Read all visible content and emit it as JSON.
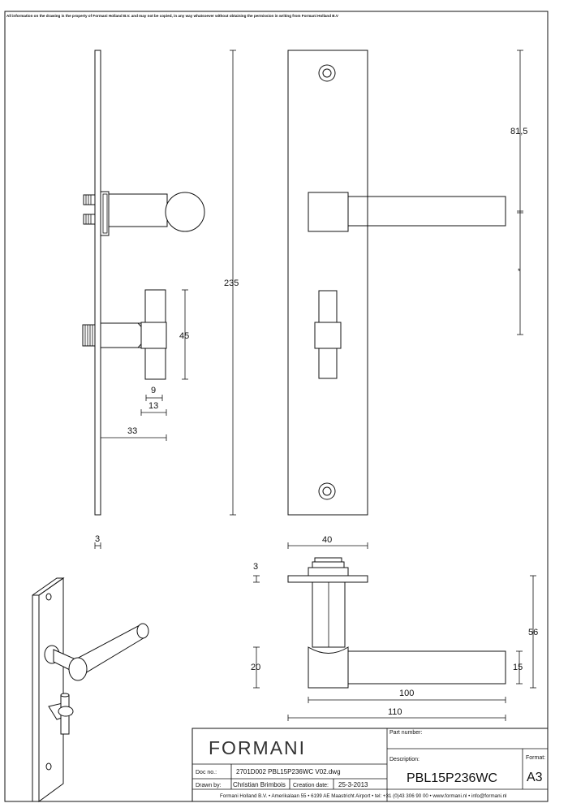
{
  "notice": "All information on the drawing is the property of Formani Holland B.V. and may not be copied, in any way whatsoever without obtaining the permission in writing from Formani Holland B.V",
  "dimensions": {
    "plate_thickness": "3",
    "rose_depth": "33",
    "turn_width": "9",
    "turn_spindle": "13",
    "turn_height": "45",
    "overall_length": "235",
    "centre_distance": "81,5",
    "plate_width": "40",
    "rose_thickness": "3",
    "rose_height": "56",
    "handle_base": "20",
    "handle_bar": "15",
    "handle_length": "100",
    "handle_projection": "110"
  },
  "title_block": {
    "brand": "FORMANI",
    "part_number_label": "Part number:",
    "part_number": "",
    "description_label": "Description:",
    "description": "PBL15P236WC",
    "format_label": "Format:",
    "format": "A3",
    "doc_no_label": "Doc no.:",
    "doc_no": "2701D002 PBL15P236WC V02.dwg",
    "drawn_by_label": "Drawn by:",
    "drawn_by": "Christian Brimbois",
    "creation_date_label": "Creation date:",
    "creation_date": "25-3-2013",
    "footer": "Formani Holland B.V. •  Amerikalaan 55  • 6199 AE Maastricht Airport • tel: +31 (0)43 306 90 00 • www.formani.nl • info@formani.nl"
  }
}
